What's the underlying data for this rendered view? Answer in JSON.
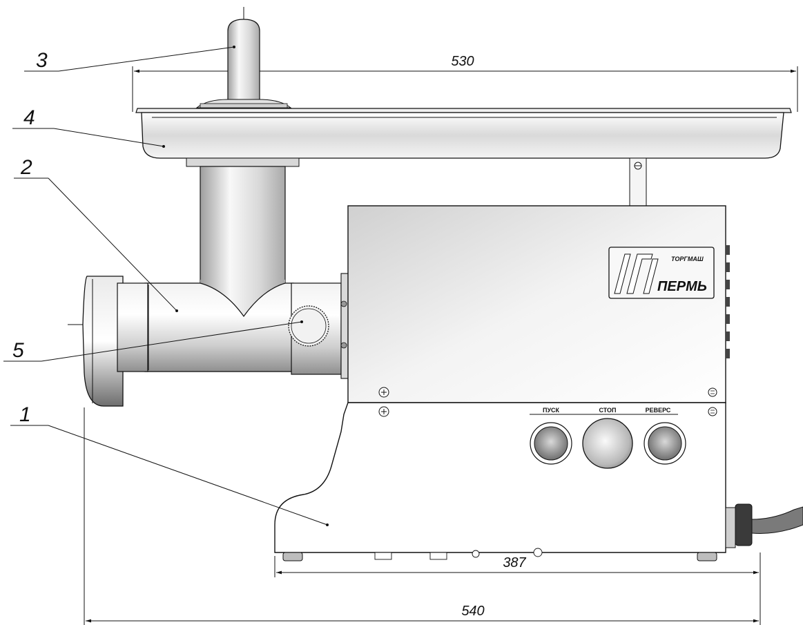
{
  "dimensions": {
    "tray_width": "530",
    "base_length": "387",
    "overall_length": "540"
  },
  "callouts": [
    {
      "number": "1",
      "part": "body"
    },
    {
      "number": "2",
      "part": "grinding-chamber"
    },
    {
      "number": "3",
      "part": "pusher"
    },
    {
      "number": "4",
      "part": "loading-tray"
    },
    {
      "number": "5",
      "part": "handwheel"
    }
  ],
  "controls": {
    "start_label": "ПУСК",
    "stop_label": "СТОП",
    "reverse_label": "РЕВЕРС"
  },
  "logo": {
    "brand_top": "ТОРГМАШ",
    "brand_city": "ПЕРМЬ"
  },
  "colors": {
    "line": "#111111",
    "metal_light": "#f4f4f4",
    "metal_dark": "#bdbdbd",
    "button_dark": "#8a8a8a"
  }
}
